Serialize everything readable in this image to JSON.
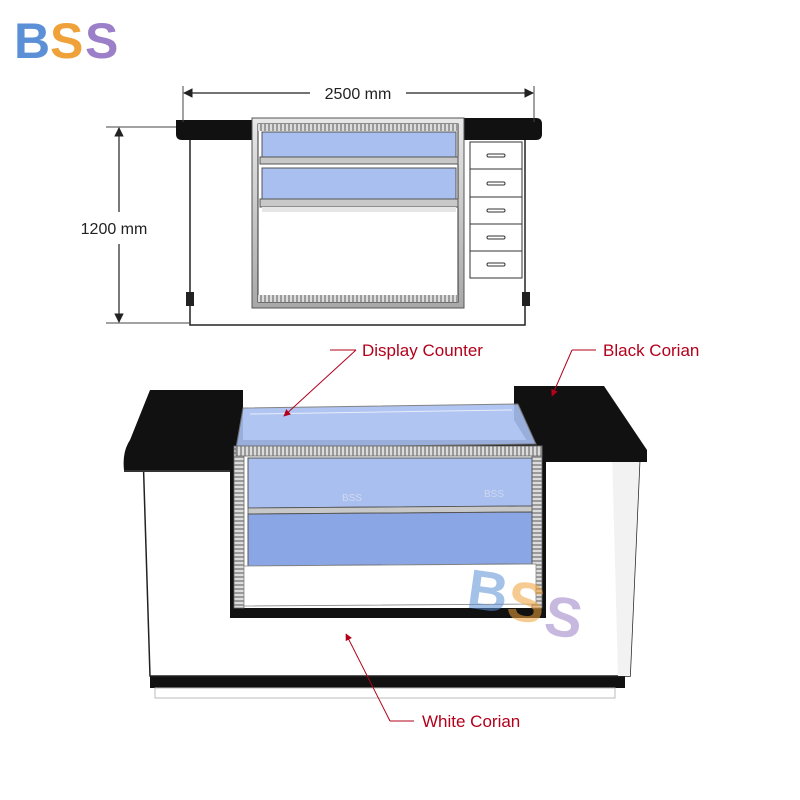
{
  "brand": {
    "logo_text": "BSS",
    "colors": {
      "blue": "#5b8fd6",
      "orange": "#f0a23a",
      "purple": "#9b7fc8"
    }
  },
  "dimensions": {
    "width_label": "2500 mm",
    "height_label": "1200 mm"
  },
  "callouts": {
    "display_counter": "Display Counter",
    "black_corian": "Black Corian",
    "white_corian": "White Corian"
  },
  "watermark": {
    "text": "BSS"
  },
  "colors": {
    "glass": "#a8bff0",
    "glass_dark": "#7d97d8",
    "black_top": "#111111",
    "frame": "#c8c8c8",
    "callout": "#b3001b"
  }
}
